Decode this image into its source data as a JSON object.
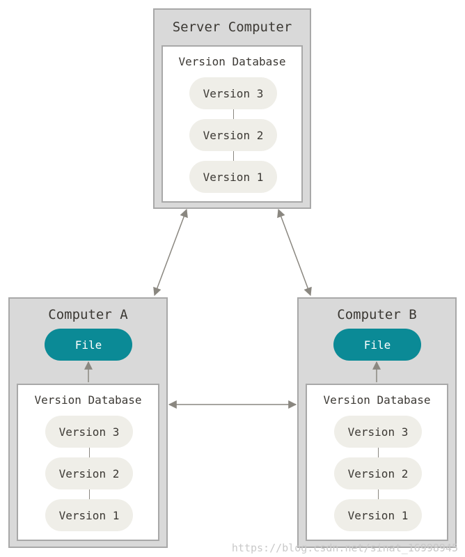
{
  "server": {
    "title": "Server Computer",
    "database_title": "Version Database",
    "versions": [
      "Version 3",
      "Version 2",
      "Version 1"
    ]
  },
  "computer_a": {
    "title": "Computer A",
    "file_label": "File",
    "database_title": "Version Database",
    "versions": [
      "Version 3",
      "Version 2",
      "Version 1"
    ]
  },
  "computer_b": {
    "title": "Computer B",
    "file_label": "File",
    "database_title": "Version Database",
    "versions": [
      "Version 3",
      "Version 2",
      "Version 1"
    ]
  },
  "colors": {
    "computer_fill": "#d9d9d9",
    "border": "#a8a8a8",
    "version_pill": "#efeee8",
    "file_pill": "#0b8a96",
    "arrow": "#8a8780"
  },
  "watermark": "https://blog.csdn.net/sinat_16998945"
}
